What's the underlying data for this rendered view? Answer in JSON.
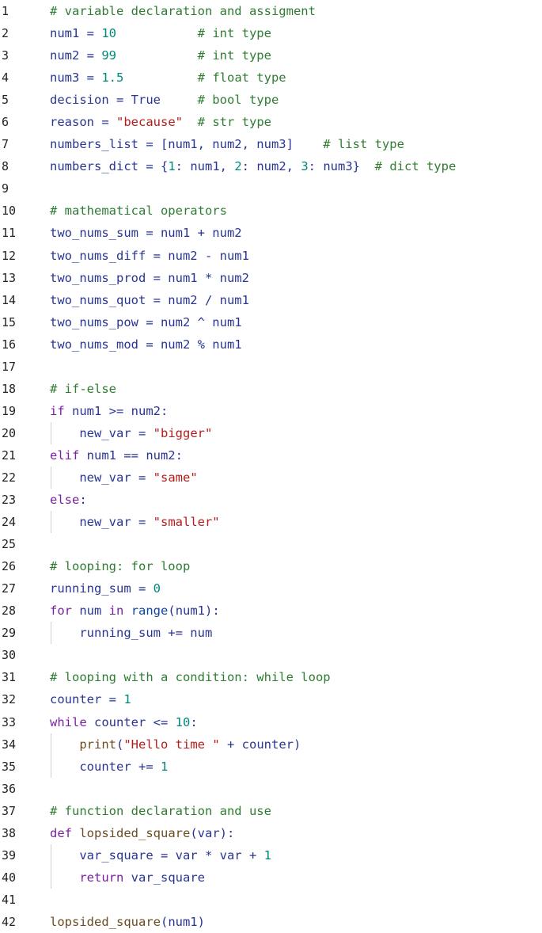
{
  "editor": {
    "lines": [
      {
        "n": "1",
        "indent": false,
        "tokens": [
          {
            "t": "# variable declaration and assigment",
            "c": "comment"
          }
        ]
      },
      {
        "n": "2",
        "indent": false,
        "tokens": [
          {
            "t": "num1 = ",
            "c": "ident"
          },
          {
            "t": "10",
            "c": "number"
          },
          {
            "t": "           ",
            "c": "ident"
          },
          {
            "t": "# int type",
            "c": "comment"
          }
        ]
      },
      {
        "n": "3",
        "indent": false,
        "tokens": [
          {
            "t": "num2 = ",
            "c": "ident"
          },
          {
            "t": "99",
            "c": "number"
          },
          {
            "t": "           ",
            "c": "ident"
          },
          {
            "t": "# int type",
            "c": "comment"
          }
        ]
      },
      {
        "n": "4",
        "indent": false,
        "tokens": [
          {
            "t": "num3 = ",
            "c": "ident"
          },
          {
            "t": "1.5",
            "c": "number"
          },
          {
            "t": "          ",
            "c": "ident"
          },
          {
            "t": "# float type",
            "c": "comment"
          }
        ]
      },
      {
        "n": "5",
        "indent": false,
        "tokens": [
          {
            "t": "decision = True     ",
            "c": "ident"
          },
          {
            "t": "# bool type",
            "c": "comment"
          }
        ]
      },
      {
        "n": "6",
        "indent": false,
        "tokens": [
          {
            "t": "reason = ",
            "c": "ident"
          },
          {
            "t": "\"because\"",
            "c": "string"
          },
          {
            "t": "  ",
            "c": "ident"
          },
          {
            "t": "# str type",
            "c": "comment"
          }
        ]
      },
      {
        "n": "7",
        "indent": false,
        "tokens": [
          {
            "t": "numbers_list = [num1, num2, num3]    ",
            "c": "ident"
          },
          {
            "t": "# list type",
            "c": "comment"
          }
        ]
      },
      {
        "n": "8",
        "indent": false,
        "tokens": [
          {
            "t": "numbers_dict = {",
            "c": "ident"
          },
          {
            "t": "1",
            "c": "number"
          },
          {
            "t": ": num1, ",
            "c": "ident"
          },
          {
            "t": "2",
            "c": "number"
          },
          {
            "t": ": num2, ",
            "c": "ident"
          },
          {
            "t": "3",
            "c": "number"
          },
          {
            "t": ": num3}  ",
            "c": "ident"
          },
          {
            "t": "# dict type",
            "c": "comment"
          }
        ]
      },
      {
        "n": "9",
        "indent": false,
        "tokens": []
      },
      {
        "n": "10",
        "indent": false,
        "tokens": [
          {
            "t": "# mathematical operators",
            "c": "comment"
          }
        ]
      },
      {
        "n": "11",
        "indent": false,
        "tokens": [
          {
            "t": "two_nums_sum = num1 + num2",
            "c": "ident"
          }
        ]
      },
      {
        "n": "12",
        "indent": false,
        "tokens": [
          {
            "t": "two_nums_diff = num2 - num1",
            "c": "ident"
          }
        ]
      },
      {
        "n": "13",
        "indent": false,
        "tokens": [
          {
            "t": "two_nums_prod = num1 * num2",
            "c": "ident"
          }
        ]
      },
      {
        "n": "14",
        "indent": false,
        "tokens": [
          {
            "t": "two_nums_quot = num2 / num1",
            "c": "ident"
          }
        ]
      },
      {
        "n": "15",
        "indent": false,
        "tokens": [
          {
            "t": "two_nums_pow = num2 ^ num1",
            "c": "ident"
          }
        ]
      },
      {
        "n": "16",
        "indent": false,
        "tokens": [
          {
            "t": "two_nums_mod = num2 % num1",
            "c": "ident"
          }
        ]
      },
      {
        "n": "17",
        "indent": false,
        "tokens": []
      },
      {
        "n": "18",
        "indent": false,
        "tokens": [
          {
            "t": "# if-else",
            "c": "comment"
          }
        ]
      },
      {
        "n": "19",
        "indent": false,
        "tokens": [
          {
            "t": "if",
            "c": "keyword"
          },
          {
            "t": " num1 >= num2:",
            "c": "ident"
          }
        ]
      },
      {
        "n": "20",
        "indent": true,
        "tokens": [
          {
            "t": "    new_var = ",
            "c": "ident"
          },
          {
            "t": "\"bigger\"",
            "c": "string"
          }
        ]
      },
      {
        "n": "21",
        "indent": false,
        "tokens": [
          {
            "t": "elif",
            "c": "keyword"
          },
          {
            "t": " num1 == num2:",
            "c": "ident"
          }
        ]
      },
      {
        "n": "22",
        "indent": true,
        "tokens": [
          {
            "t": "    new_var = ",
            "c": "ident"
          },
          {
            "t": "\"same\"",
            "c": "string"
          }
        ]
      },
      {
        "n": "23",
        "indent": false,
        "tokens": [
          {
            "t": "else",
            "c": "keyword"
          },
          {
            "t": ":",
            "c": "ident"
          }
        ]
      },
      {
        "n": "24",
        "indent": true,
        "tokens": [
          {
            "t": "    new_var = ",
            "c": "ident"
          },
          {
            "t": "\"smaller\"",
            "c": "string"
          }
        ]
      },
      {
        "n": "25",
        "indent": false,
        "tokens": []
      },
      {
        "n": "26",
        "indent": false,
        "tokens": [
          {
            "t": "# looping: for loop",
            "c": "comment"
          }
        ]
      },
      {
        "n": "27",
        "indent": false,
        "tokens": [
          {
            "t": "running_sum = ",
            "c": "ident"
          },
          {
            "t": "0",
            "c": "number"
          }
        ]
      },
      {
        "n": "28",
        "indent": false,
        "tokens": [
          {
            "t": "for",
            "c": "keyword"
          },
          {
            "t": " num ",
            "c": "ident"
          },
          {
            "t": "in",
            "c": "keyword"
          },
          {
            "t": " ",
            "c": "ident"
          },
          {
            "t": "range",
            "c": "builtin"
          },
          {
            "t": "(num1):",
            "c": "ident"
          }
        ]
      },
      {
        "n": "29",
        "indent": true,
        "tokens": [
          {
            "t": "    running_sum += num",
            "c": "ident"
          }
        ]
      },
      {
        "n": "30",
        "indent": false,
        "tokens": []
      },
      {
        "n": "31",
        "indent": false,
        "tokens": [
          {
            "t": "# looping with a condition: while loop",
            "c": "comment"
          }
        ]
      },
      {
        "n": "32",
        "indent": false,
        "tokens": [
          {
            "t": "counter = ",
            "c": "ident"
          },
          {
            "t": "1",
            "c": "number"
          }
        ]
      },
      {
        "n": "33",
        "indent": false,
        "tokens": [
          {
            "t": "while",
            "c": "keyword"
          },
          {
            "t": " counter <= ",
            "c": "ident"
          },
          {
            "t": "10",
            "c": "number"
          },
          {
            "t": ":",
            "c": "ident"
          }
        ]
      },
      {
        "n": "34",
        "indent": true,
        "tokens": [
          {
            "t": "    ",
            "c": "ident"
          },
          {
            "t": "print",
            "c": "fname"
          },
          {
            "t": "(",
            "c": "ident"
          },
          {
            "t": "\"Hello time \"",
            "c": "string"
          },
          {
            "t": " + counter)",
            "c": "ident"
          }
        ]
      },
      {
        "n": "35",
        "indent": true,
        "tokens": [
          {
            "t": "    counter += ",
            "c": "ident"
          },
          {
            "t": "1",
            "c": "number"
          }
        ]
      },
      {
        "n": "36",
        "indent": false,
        "tokens": []
      },
      {
        "n": "37",
        "indent": false,
        "tokens": [
          {
            "t": "# function declaration and use",
            "c": "comment"
          }
        ]
      },
      {
        "n": "38",
        "indent": false,
        "tokens": [
          {
            "t": "def",
            "c": "keyword"
          },
          {
            "t": " ",
            "c": "ident"
          },
          {
            "t": "lopsided_square",
            "c": "fname"
          },
          {
            "t": "(var):",
            "c": "ident"
          }
        ]
      },
      {
        "n": "39",
        "indent": true,
        "tokens": [
          {
            "t": "    var_square = var * var + ",
            "c": "ident"
          },
          {
            "t": "1",
            "c": "number"
          }
        ]
      },
      {
        "n": "40",
        "indent": true,
        "tokens": [
          {
            "t": "    ",
            "c": "ident"
          },
          {
            "t": "return",
            "c": "keyword"
          },
          {
            "t": " var_square",
            "c": "ident"
          }
        ]
      },
      {
        "n": "41",
        "indent": false,
        "tokens": []
      },
      {
        "n": "42",
        "indent": false,
        "tokens": [
          {
            "t": "lopsided_square",
            "c": "fname"
          },
          {
            "t": "(num1)",
            "c": "ident"
          }
        ]
      }
    ]
  }
}
